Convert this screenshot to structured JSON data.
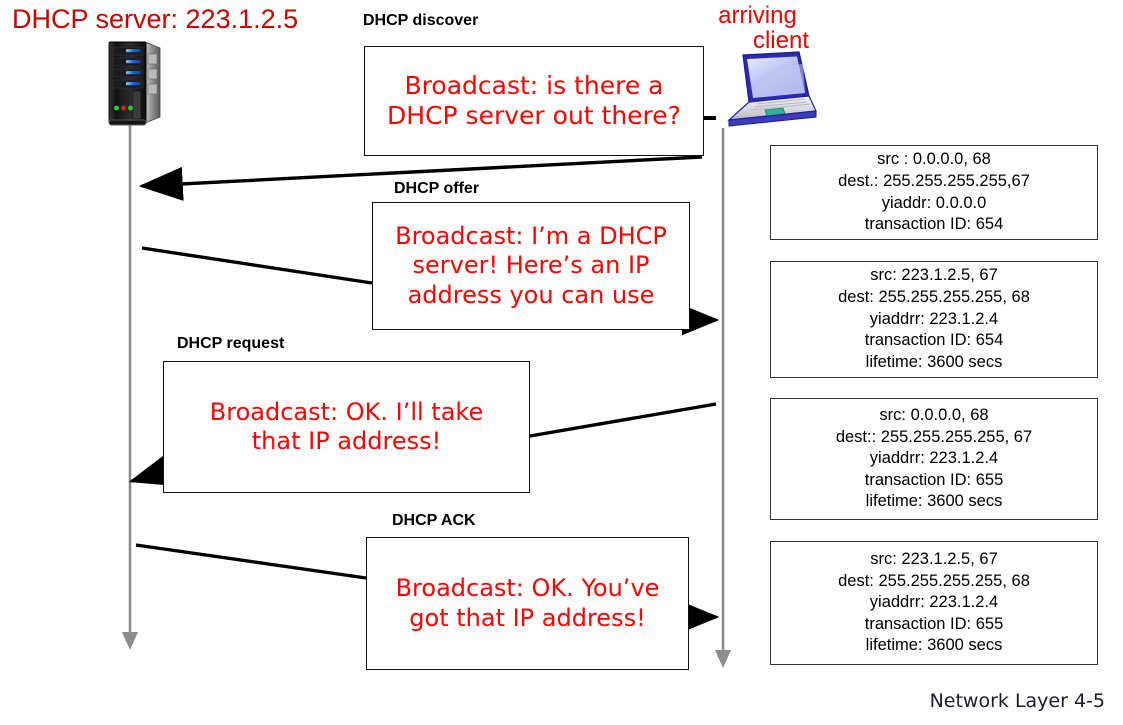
{
  "slide": {
    "server_label": "DHCP server: 223.1.2.5",
    "client_label_line1": "arriving",
    "client_label_line2": "client",
    "footer": "Network Layer 4-5",
    "accent_red": "#ff0000",
    "title_red": "#cc0000",
    "timeline_gray": "#8c8c8c",
    "arrow_black": "#000000"
  },
  "icons": {
    "server": "server-tower-icon",
    "client": "laptop-icon",
    "timeline_server": "server-timeline-arrow",
    "timeline_client": "client-timeline-arrow"
  },
  "messages": [
    {
      "label": "DHCP discover",
      "body": "Broadcast: is there a\nDHCP server out there?",
      "direction": "client-to-server"
    },
    {
      "label": "DHCP offer",
      "body": "Broadcast: I’m a DHCP\nserver! Here’s an IP\naddress you can use",
      "direction": "server-to-client"
    },
    {
      "label": "DHCP request",
      "body": "Broadcast: OK.  I’ll take\nthat IP address!",
      "direction": "client-to-server"
    },
    {
      "label": "DHCP ACK",
      "body": "Broadcast: OK.  You’ve\ngot that IP address!",
      "direction": "server-to-client"
    }
  ],
  "packets": [
    {
      "name": "discover-packet",
      "lines": "src : 0.0.0.0, 68\ndest.: 255.255.255.255,67\nyiaddr:    0.0.0.0\ntransaction ID: 654"
    },
    {
      "name": "offer-packet",
      "lines": "src: 223.1.2.5, 67\ndest:  255.255.255.255, 68\nyiaddrr: 223.1.2.4\ntransaction ID: 654\nlifetime: 3600 secs"
    },
    {
      "name": "request-packet",
      "lines": "src:  0.0.0.0, 68\ndest::  255.255.255.255, 67\nyiaddrr: 223.1.2.4\ntransaction ID: 655\nlifetime: 3600 secs"
    },
    {
      "name": "ack-packet",
      "lines": "src: 223.1.2.5, 67\ndest:  255.255.255.255, 68\nyiaddrr: 223.1.2.4\ntransaction ID: 655\nlifetime: 3600 secs"
    }
  ]
}
